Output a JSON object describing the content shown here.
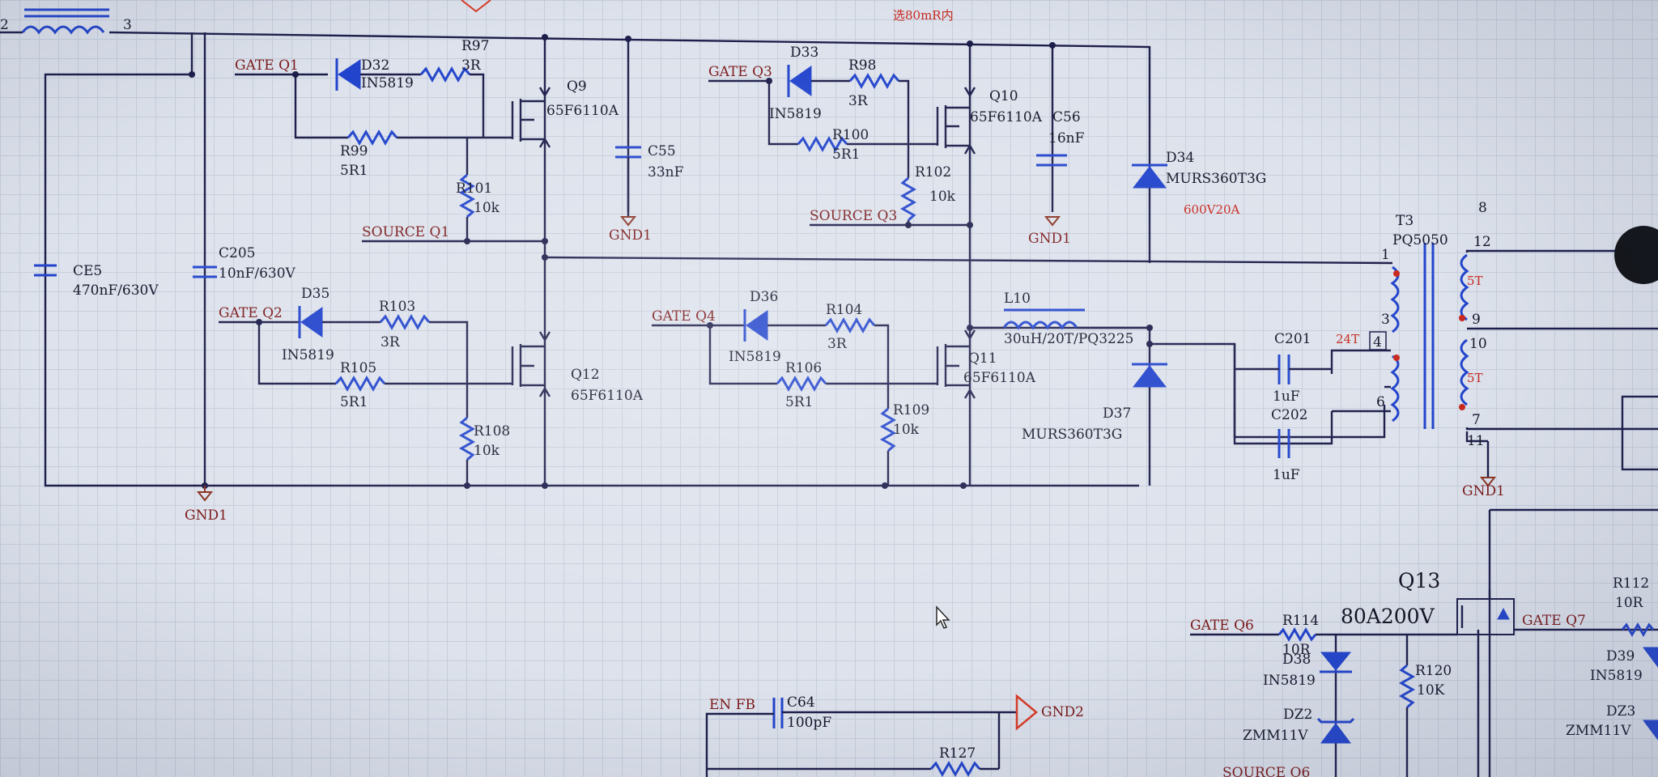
{
  "header": {
    "note": "选80mR内"
  },
  "nets": {
    "gate_q1": "GATE Q1",
    "gate_q2": "GATE Q2",
    "gate_q3": "GATE Q3",
    "gate_q4": "GATE Q4",
    "gate_q6": "GATE Q6",
    "gate_q7": "GATE Q7",
    "source_q1": "SOURCE Q1",
    "source_q3": "SOURCE Q3",
    "source_q6": "SOURCE Q6",
    "en_fb": "EN FB",
    "gnd1": "GND1",
    "gnd2": "GND2"
  },
  "components": {
    "ce5": {
      "ref": "CE5",
      "value": "470nF/630V"
    },
    "c205": {
      "ref": "C205",
      "value": "10nF/630V"
    },
    "d32": {
      "ref": "D32",
      "value": "IN5819"
    },
    "r97": {
      "ref": "R97",
      "value": "3R"
    },
    "r99": {
      "ref": "R99",
      "value": "5R1"
    },
    "r101": {
      "ref": "R101",
      "value": "10k"
    },
    "q9": {
      "ref": "Q9",
      "value": "65F6110A"
    },
    "c55": {
      "ref": "C55",
      "value": "33nF"
    },
    "d33": {
      "ref": "D33",
      "value": "IN5819"
    },
    "r98": {
      "ref": "R98",
      "value": "3R"
    },
    "r100": {
      "ref": "R100",
      "value": "5R1"
    },
    "r102": {
      "ref": "R102",
      "value": "10k"
    },
    "q10": {
      "ref": "Q10",
      "value": "65F6110A"
    },
    "c56": {
      "ref": "C56",
      "value": "16nF"
    },
    "d34": {
      "ref": "D34",
      "value": "MURS360T3G",
      "note": "600V20A"
    },
    "d35": {
      "ref": "D35",
      "value": "IN5819"
    },
    "r103": {
      "ref": "R103",
      "value": "3R"
    },
    "r105": {
      "ref": "R105",
      "value": "5R1"
    },
    "r108": {
      "ref": "R108",
      "value": "10k"
    },
    "q12": {
      "ref": "Q12",
      "value": "65F6110A"
    },
    "d36": {
      "ref": "D36",
      "value": "IN5819"
    },
    "r104": {
      "ref": "R104",
      "value": "3R"
    },
    "r106": {
      "ref": "R106",
      "value": "5R1"
    },
    "r109": {
      "ref": "R109",
      "value": "10k"
    },
    "q11": {
      "ref": "Q11",
      "value": "65F6110A"
    },
    "l10": {
      "ref": "L10",
      "value": "30uH/20T/PQ3225"
    },
    "d37": {
      "ref": "D37",
      "value": "MURS360T3G"
    },
    "c201": {
      "ref": "C201",
      "value": "1uF"
    },
    "c202": {
      "ref": "C202",
      "value": "1uF"
    },
    "t3": {
      "ref": "T3",
      "value": "PQ5050",
      "primary_turns": "24T",
      "secondary_turns_a": "5T",
      "secondary_turns_b": "5T"
    },
    "q13": {
      "ref": "Q13",
      "value": "80A200V"
    },
    "r114": {
      "ref": "R114",
      "value": "10R"
    },
    "d38": {
      "ref": "D38",
      "value": "IN5819"
    },
    "dz2": {
      "ref": "DZ2",
      "value": "ZMM11V"
    },
    "r120": {
      "ref": "R120",
      "value": "10K"
    },
    "r112": {
      "ref": "R112",
      "value": "10R"
    },
    "d39": {
      "ref": "D39",
      "value": "IN5819"
    },
    "dz3": {
      "ref": "DZ3",
      "value": "ZMM11V"
    },
    "c64": {
      "ref": "C64",
      "value": "100pF"
    },
    "r127": {
      "ref": "R127"
    }
  },
  "pins": {
    "p1": "1",
    "p2": "2",
    "p3": "3",
    "p4": "4",
    "p6": "6",
    "p7": "7",
    "p8": "8",
    "p9": "9",
    "p10": "10",
    "p11": "11",
    "p12": "12",
    "top_left": "2",
    "top_three": "3"
  },
  "colors": {
    "wire": "#1c1d4a",
    "component": "#2244cc",
    "net_label": "#7a1818",
    "annotation": "#c8281e",
    "canvas": "#dde2ec"
  }
}
